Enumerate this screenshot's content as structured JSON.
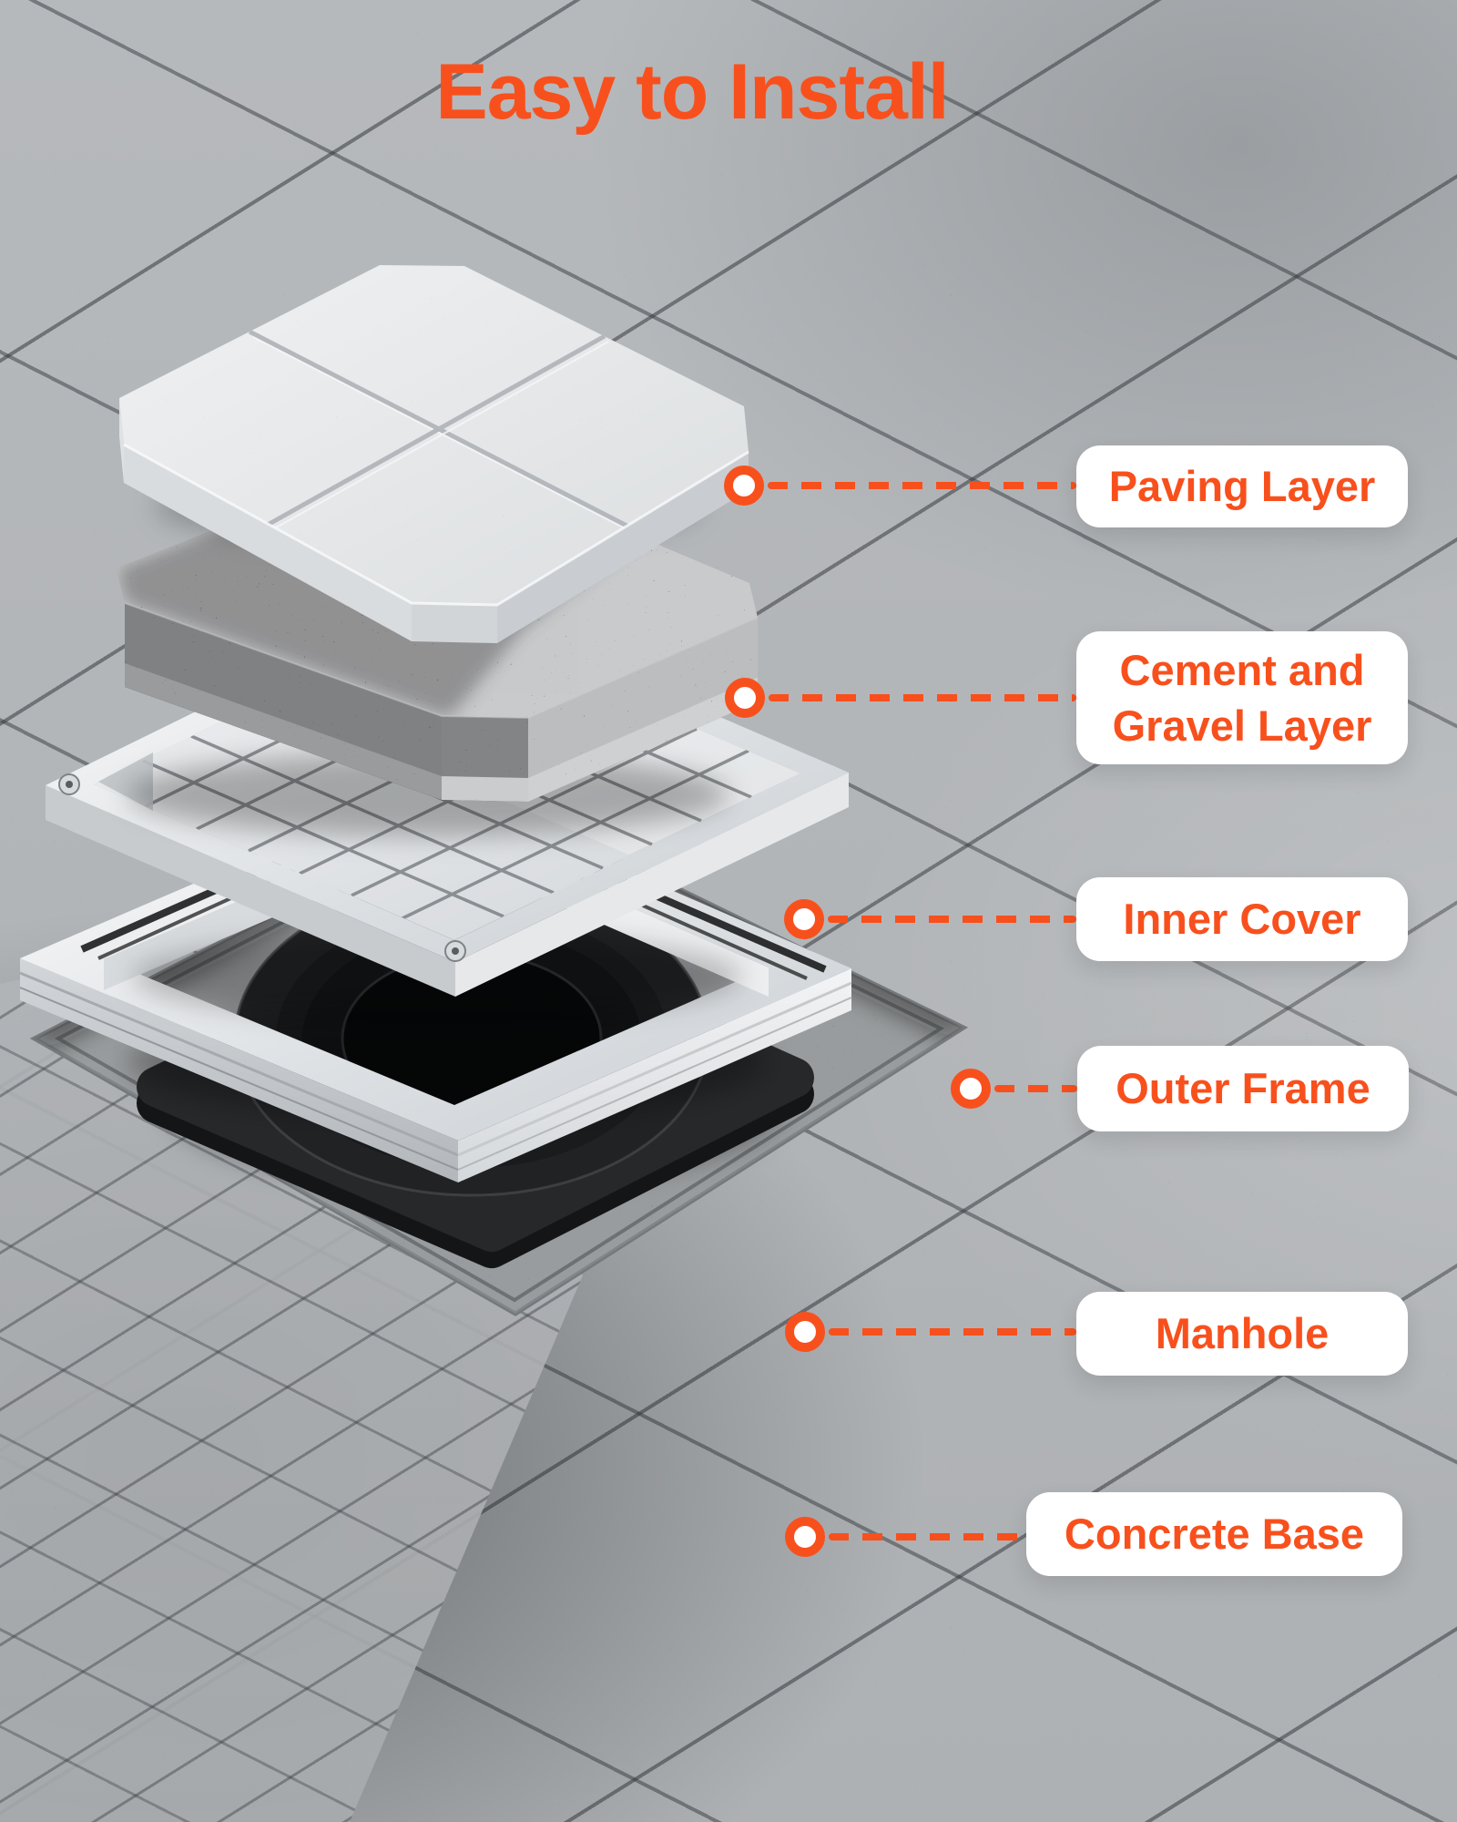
{
  "title": "Easy to Install",
  "accent_color": "#F8501D",
  "callouts": [
    {
      "label": "Paving Layer"
    },
    {
      "label": "Cement and Gravel Layer"
    },
    {
      "label": "Inner Cover"
    },
    {
      "label": "Outer Frame"
    },
    {
      "label": "Manhole"
    },
    {
      "label": "Concrete Base"
    }
  ]
}
